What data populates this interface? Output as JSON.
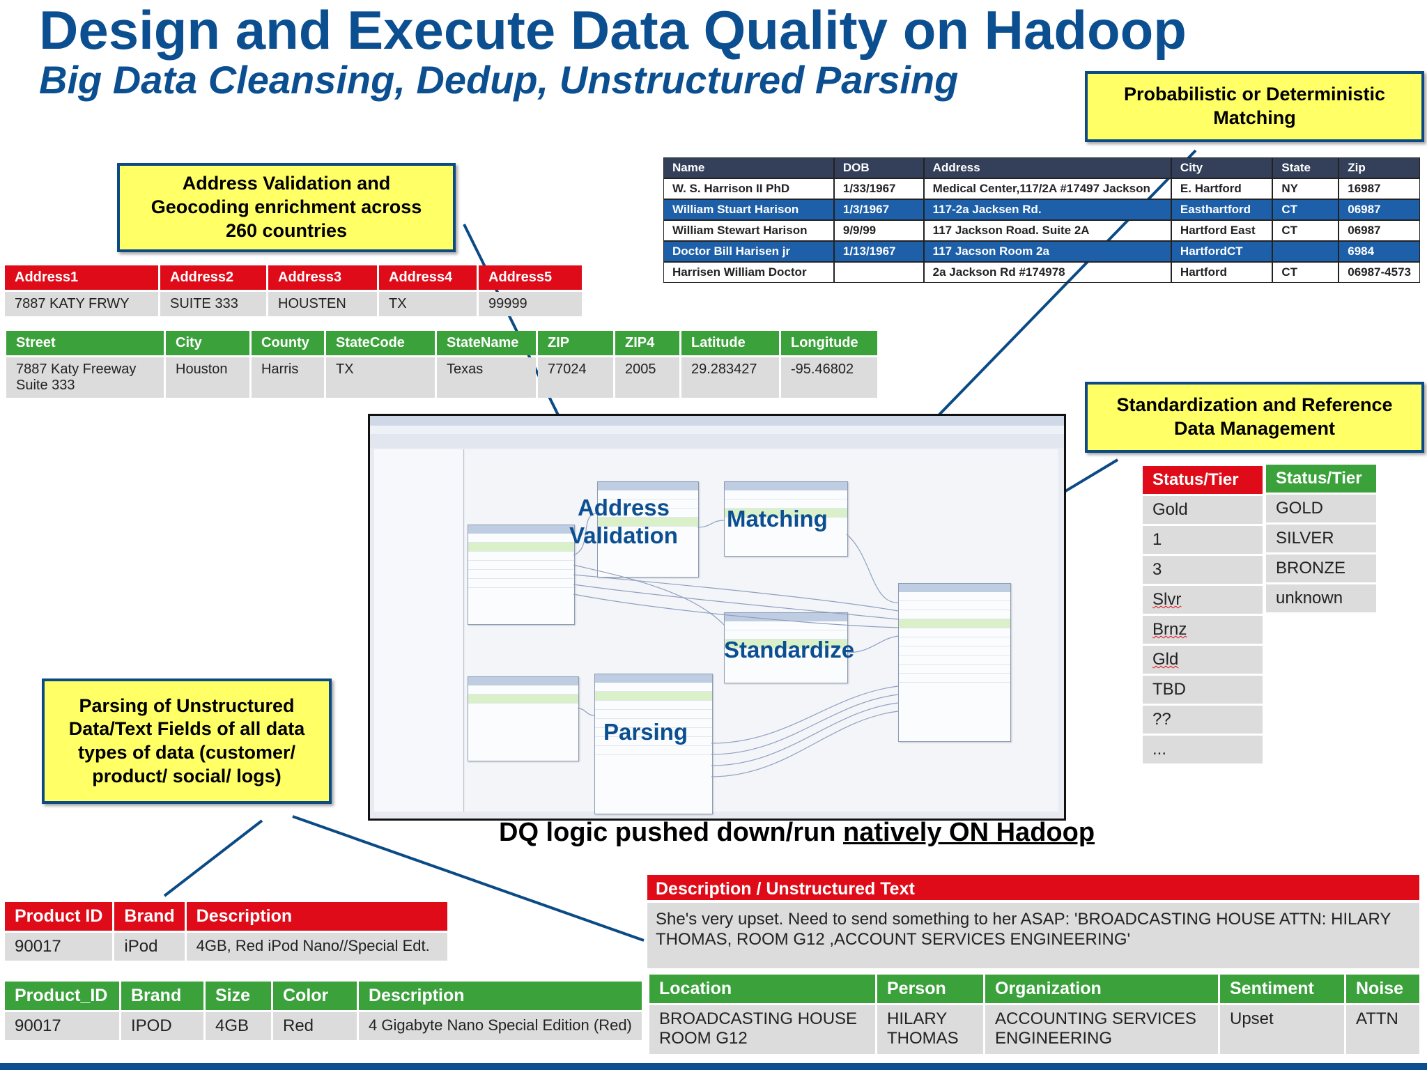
{
  "header": {
    "title": "Design and Execute Data Quality on Hadoop",
    "subtitle": "Big Data Cleansing, Dedup, Unstructured Parsing"
  },
  "callouts": {
    "address": "Address Validation and Geocoding enrichment across 260 countries",
    "matching": "Probabilistic or Deterministic Matching",
    "standardization": "Standardization and Reference Data Management",
    "parsing": "Parsing of Unstructured Data/Text Fields of all data types of data (customer/ product/ social/ logs)"
  },
  "address_raw": {
    "headers": [
      "Address1",
      "Address2",
      "Address3",
      "Address4",
      "Address5"
    ],
    "row": [
      "7887 KATY  FRWY",
      "SUITE 333",
      "HOUSTEN",
      "TX",
      "99999"
    ]
  },
  "address_clean": {
    "headers": [
      "Street",
      "City",
      "County",
      "StateCode",
      "StateName",
      "ZIP",
      "ZIP4",
      "Latitude",
      "Longitude"
    ],
    "row": [
      "7887 Katy Freeway Suite 333",
      "Houston",
      "Harris",
      "TX",
      "Texas",
      "77024",
      "2005",
      "29.283427",
      "-95.46802"
    ]
  },
  "match_table": {
    "headers": [
      "Name",
      "DOB",
      "Address",
      "City",
      "State",
      "Zip"
    ],
    "rows": [
      [
        "W. S. Harrison II PhD",
        "1/33/1967",
        "Medical Center,117/2A #17497 Jackson",
        "E. Hartford",
        "NY",
        "16987"
      ],
      [
        "William Stuart Harison",
        "1/3/1967",
        "117-2a Jacksen Rd.",
        "Easthartford",
        "CT",
        "06987"
      ],
      [
        "William Stewart Harison",
        "9/9/99",
        "117 Jackson Road. Suite 2A",
        "Hartford East",
        "CT",
        "06987"
      ],
      [
        "Doctor Bill Harisen jr",
        "1/13/1967",
        "117 Jacson Room 2a",
        "HartfordCT",
        "",
        "6984"
      ],
      [
        "Harrisen William Doctor",
        "",
        "2a Jackson Rd #174978",
        "Hartford",
        "CT",
        "06987-4573"
      ]
    ]
  },
  "tier_raw": {
    "header": "Status/Tier",
    "values": [
      "Gold",
      "1",
      "3",
      "Slvr",
      "Brnz",
      "Gld",
      "TBD",
      "??",
      "..."
    ]
  },
  "tier_clean": {
    "header": "Status/Tier",
    "values": [
      "GOLD",
      "SILVER",
      "BRONZE",
      "unknown"
    ]
  },
  "screenshot_labels": {
    "address_validation": "Address Validation",
    "matching": "Matching",
    "standardize": "Standardize",
    "parsing": "Parsing"
  },
  "dq_caption": {
    "prefix": "DQ logic pushed down/run ",
    "emphasis": "natively ON Hadoop"
  },
  "product_raw": {
    "headers": [
      "Product ID",
      "Brand",
      "Description"
    ],
    "row": [
      "90017",
      "iPod",
      "4GB,  Red iPod Nano//Special Edt."
    ]
  },
  "product_clean": {
    "headers": [
      "Product_ID",
      "Brand",
      "Size",
      "Color",
      "Description"
    ],
    "row": [
      "90017",
      "IPOD",
      "4GB",
      "Red",
      "4 Gigabyte Nano Special Edition (Red)"
    ]
  },
  "unstructured": {
    "header": "Description / Unstructured  Text",
    "text": "She's very  upset.  Need to send something to her ASAP: 'BROADCASTING  HOUSE ATTN:  HILARY THOMAS,  ROOM  G12 ,ACCOUNT  SERVICES ENGINEERING'"
  },
  "entities": {
    "headers": [
      "Location",
      "Person",
      "Organization",
      "Sentiment",
      "Noise"
    ],
    "row": [
      "BROADCASTING  HOUSE ROOM G12",
      "HILARY THOMAS",
      "ACCOUNTING  SERVICES ENGINEERING",
      "Upset",
      "ATTN"
    ]
  },
  "colors": {
    "title_blue": "#0b4f91",
    "callout_yellow": "#ffff66",
    "header_red": "#e00b18",
    "header_green": "#3aa13b",
    "cell_gray": "#dcdcdc",
    "highlight_row": "#1d5fa8"
  }
}
